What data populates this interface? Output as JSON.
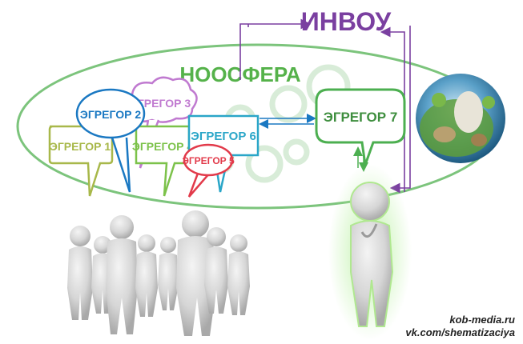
{
  "title": "ИНВОУ",
  "noosphere_label": "НООСФЕРА",
  "egregors": [
    {
      "label": "ЭГРЕГОР 1",
      "color": "#a8b84a"
    },
    {
      "label": "ЭГРЕГОР 2",
      "color": "#1a78c2"
    },
    {
      "label": "ЭГРЕГОР 3",
      "color": "#c07ad0"
    },
    {
      "label": "ЭГРЕГОР 4",
      "color": "#7cc24a"
    },
    {
      "label": "ЭГРЕГОР 5",
      "color": "#e23a4a"
    },
    {
      "label": "ЭГРЕГОР 6",
      "color": "#2aa6c8"
    },
    {
      "label": "ЭГРЕГОР 7",
      "color": "#4caf50"
    }
  ],
  "credits": {
    "line1": "kob-media.ru",
    "line2": "vk.com/shematizaciya"
  },
  "colors": {
    "ellipse": "#7cc47c",
    "title": "#7a3fa0",
    "noosphere": "#55b24a",
    "inbou_arrow": "#7a3fa0",
    "gear": "#d8ecd8"
  }
}
